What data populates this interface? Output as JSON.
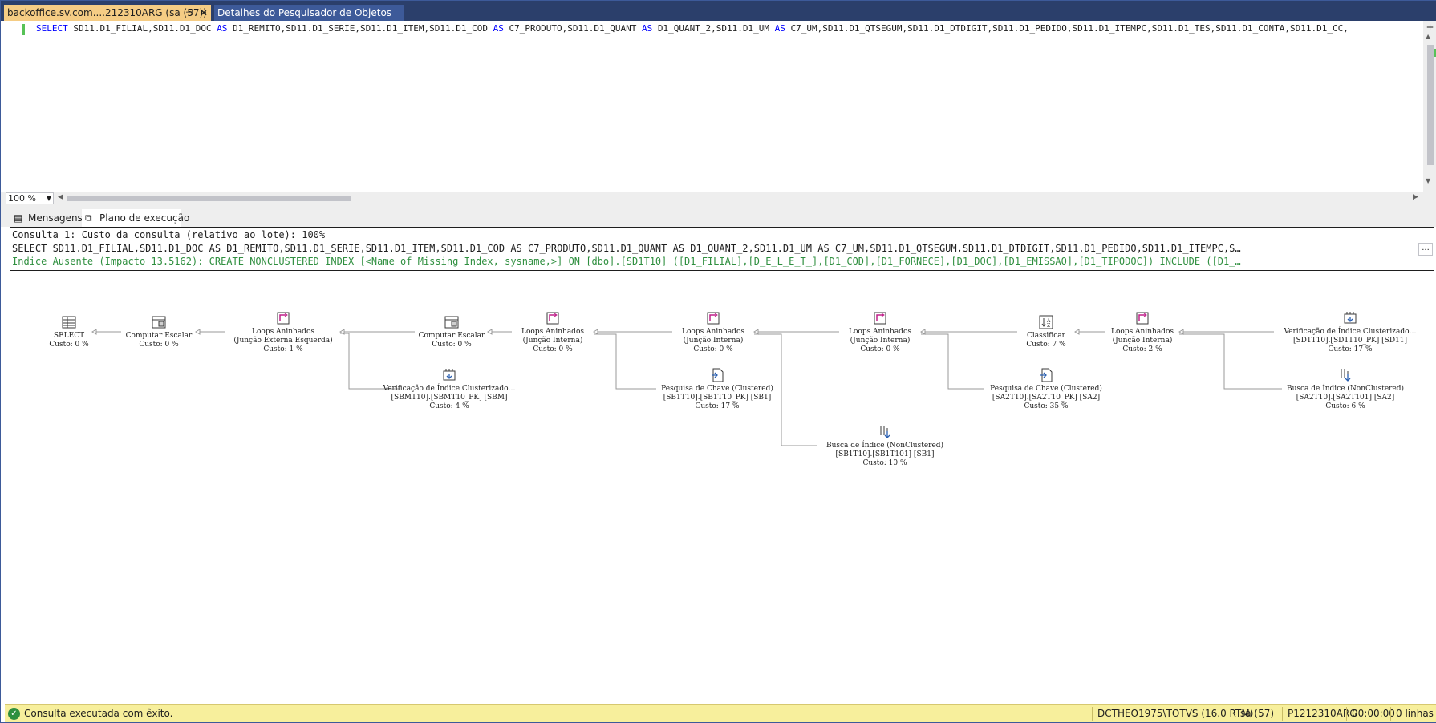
{
  "tabs": {
    "active_label": "backoffice.sv.com....212310ARG (sa (57))",
    "pin": "⊣",
    "close": "✕",
    "inactive_label": "Detalhes do Pesquisador de Objetos"
  },
  "editor": {
    "sql_tokens": [
      {
        "t": "SELECT",
        "kw": true
      },
      {
        "t": " SD11.D1_FILIAL,SD11.D1_DOC ",
        "kw": false
      },
      {
        "t": "AS",
        "kw": true
      },
      {
        "t": " D1_REMITO,SD11.D1_SERIE,SD11.D1_ITEM,SD11.D1_COD ",
        "kw": false
      },
      {
        "t": "AS",
        "kw": true
      },
      {
        "t": " C7_PRODUTO,SD11.D1_QUANT ",
        "kw": false
      },
      {
        "t": "AS",
        "kw": true
      },
      {
        "t": " D1_QUANT_2,SD11.D1_UM ",
        "kw": false
      },
      {
        "t": "AS",
        "kw": true
      },
      {
        "t": " C7_UM,SD11.D1_QTSEGUM,SD11.D1_DTDIGIT,SD11.D1_PEDIDO,SD11.D1_ITEMPC,SD11.D1_TES,SD11.D1_CONTA,SD11.D1_CC,",
        "kw": false
      }
    ],
    "split_label": "+"
  },
  "zoom": {
    "value": "100 %",
    "arrow": "▼"
  },
  "scroll": {
    "left": "◀",
    "right": "▶",
    "up": "▲",
    "down": "▼"
  },
  "result_tabs": {
    "messages": "Mensagens",
    "plan": "Plano de execução"
  },
  "plan": {
    "line1": "Consulta 1: Custo da consulta (relativo ao lote): 100%",
    "line2": "SELECT SD11.D1_FILIAL,SD11.D1_DOC AS D1_REMITO,SD11.D1_SERIE,SD11.D1_ITEM,SD11.D1_COD AS C7_PRODUTO,SD11.D1_QUANT AS D1_QUANT_2,SD11.D1_UM AS C7_UM,SD11.D1_QTSEGUM,SD11.D1_DTDIGIT,SD11.D1_PEDIDO,SD11.D1_ITEMPC,S…",
    "line3": "Índice Ausente (Impacto 13.5162): CREATE NONCLUSTERED INDEX [<Name of Missing Index, sysname,>] ON [dbo].[SD1T10] ([D1_FILIAL],[D_E_L_E_T_],[D1_COD],[D1_FORNECE],[D1_DOC],[D1_EMISSAO],[D1_TIPODOC]) INCLUDE ([D1_…",
    "ellipsis": "...",
    "nodes": [
      {
        "id": "select",
        "icon": "select",
        "lines": [
          "SELECT",
          "Custo: 0 %"
        ]
      },
      {
        "id": "compute1",
        "icon": "compute",
        "lines": [
          "Computar Escalar",
          "Custo: 0 %"
        ]
      },
      {
        "id": "loops1",
        "icon": "loop",
        "lines": [
          "Loops Aninhados",
          "(Junção Externa Esquerda)",
          "Custo: 1 %"
        ]
      },
      {
        "id": "compute2",
        "icon": "compute",
        "lines": [
          "Computar Escalar",
          "Custo: 0 %"
        ]
      },
      {
        "id": "loops2",
        "icon": "loop",
        "lines": [
          "Loops Aninhados",
          "(Junção Interna)",
          "Custo: 0 %"
        ]
      },
      {
        "id": "loops3",
        "icon": "loop",
        "lines": [
          "Loops Aninhados",
          "(Junção Interna)",
          "Custo: 0 %"
        ]
      },
      {
        "id": "loops4",
        "icon": "loop",
        "lines": [
          "Loops Aninhados",
          "(Junção Interna)",
          "Custo: 0 %"
        ]
      },
      {
        "id": "sort",
        "icon": "sort",
        "lines": [
          "Classificar",
          "Custo: 7 %"
        ]
      },
      {
        "id": "loops5",
        "icon": "loop",
        "lines": [
          "Loops Aninhados",
          "(Junção Interna)",
          "Custo: 2 %"
        ]
      },
      {
        "id": "scan_sd1",
        "icon": "scan",
        "lines": [
          "Verificação de Índice Clusterizado…",
          "[SD1T10].[SD1T10_PK] [SD11]",
          "Custo: 17 %"
        ]
      },
      {
        "id": "scan_sbm",
        "icon": "scan",
        "lines": [
          "Verificação de Índice Clusterizado…",
          "[SBMT10].[SBMT10_PK] [SBM]",
          "Custo: 4 %"
        ]
      },
      {
        "id": "lookup_sb1",
        "icon": "lookup",
        "lines": [
          "Pesquisa de Chave (Clustered)",
          "[SB1T10].[SB1T10_PK] [SB1]",
          "Custo: 17 %"
        ]
      },
      {
        "id": "seek_sb1",
        "icon": "seek",
        "lines": [
          "Busca de Índice (NonClustered)",
          "[SB1T10].[SB1T101] [SB1]",
          "Custo: 10 %"
        ]
      },
      {
        "id": "lookup_sa2",
        "icon": "lookup",
        "lines": [
          "Pesquisa de Chave (Clustered)",
          "[SA2T10].[SA2T10_PK] [SA2]",
          "Custo: 35 %"
        ]
      },
      {
        "id": "seek_sa2",
        "icon": "seek",
        "lines": [
          "Busca de Índice (NonClustered)",
          "[SA2T10].[SA2T101] [SA2]",
          "Custo: 6 %"
        ]
      }
    ]
  },
  "status": {
    "icon": "✓",
    "message": "Consulta executada com êxito.",
    "server": "DCTHEO1975\\TOTVS (16.0 RTM)",
    "user": "sa (57)",
    "db": "P1212310ARG",
    "time": "00:00:00",
    "rows": "0 linhas"
  },
  "colors": {
    "tab_active": "#f5cc84",
    "keyword": "#0000ff",
    "missing_index": "#2f8f3f",
    "status_bar": "#f7ef9c"
  }
}
